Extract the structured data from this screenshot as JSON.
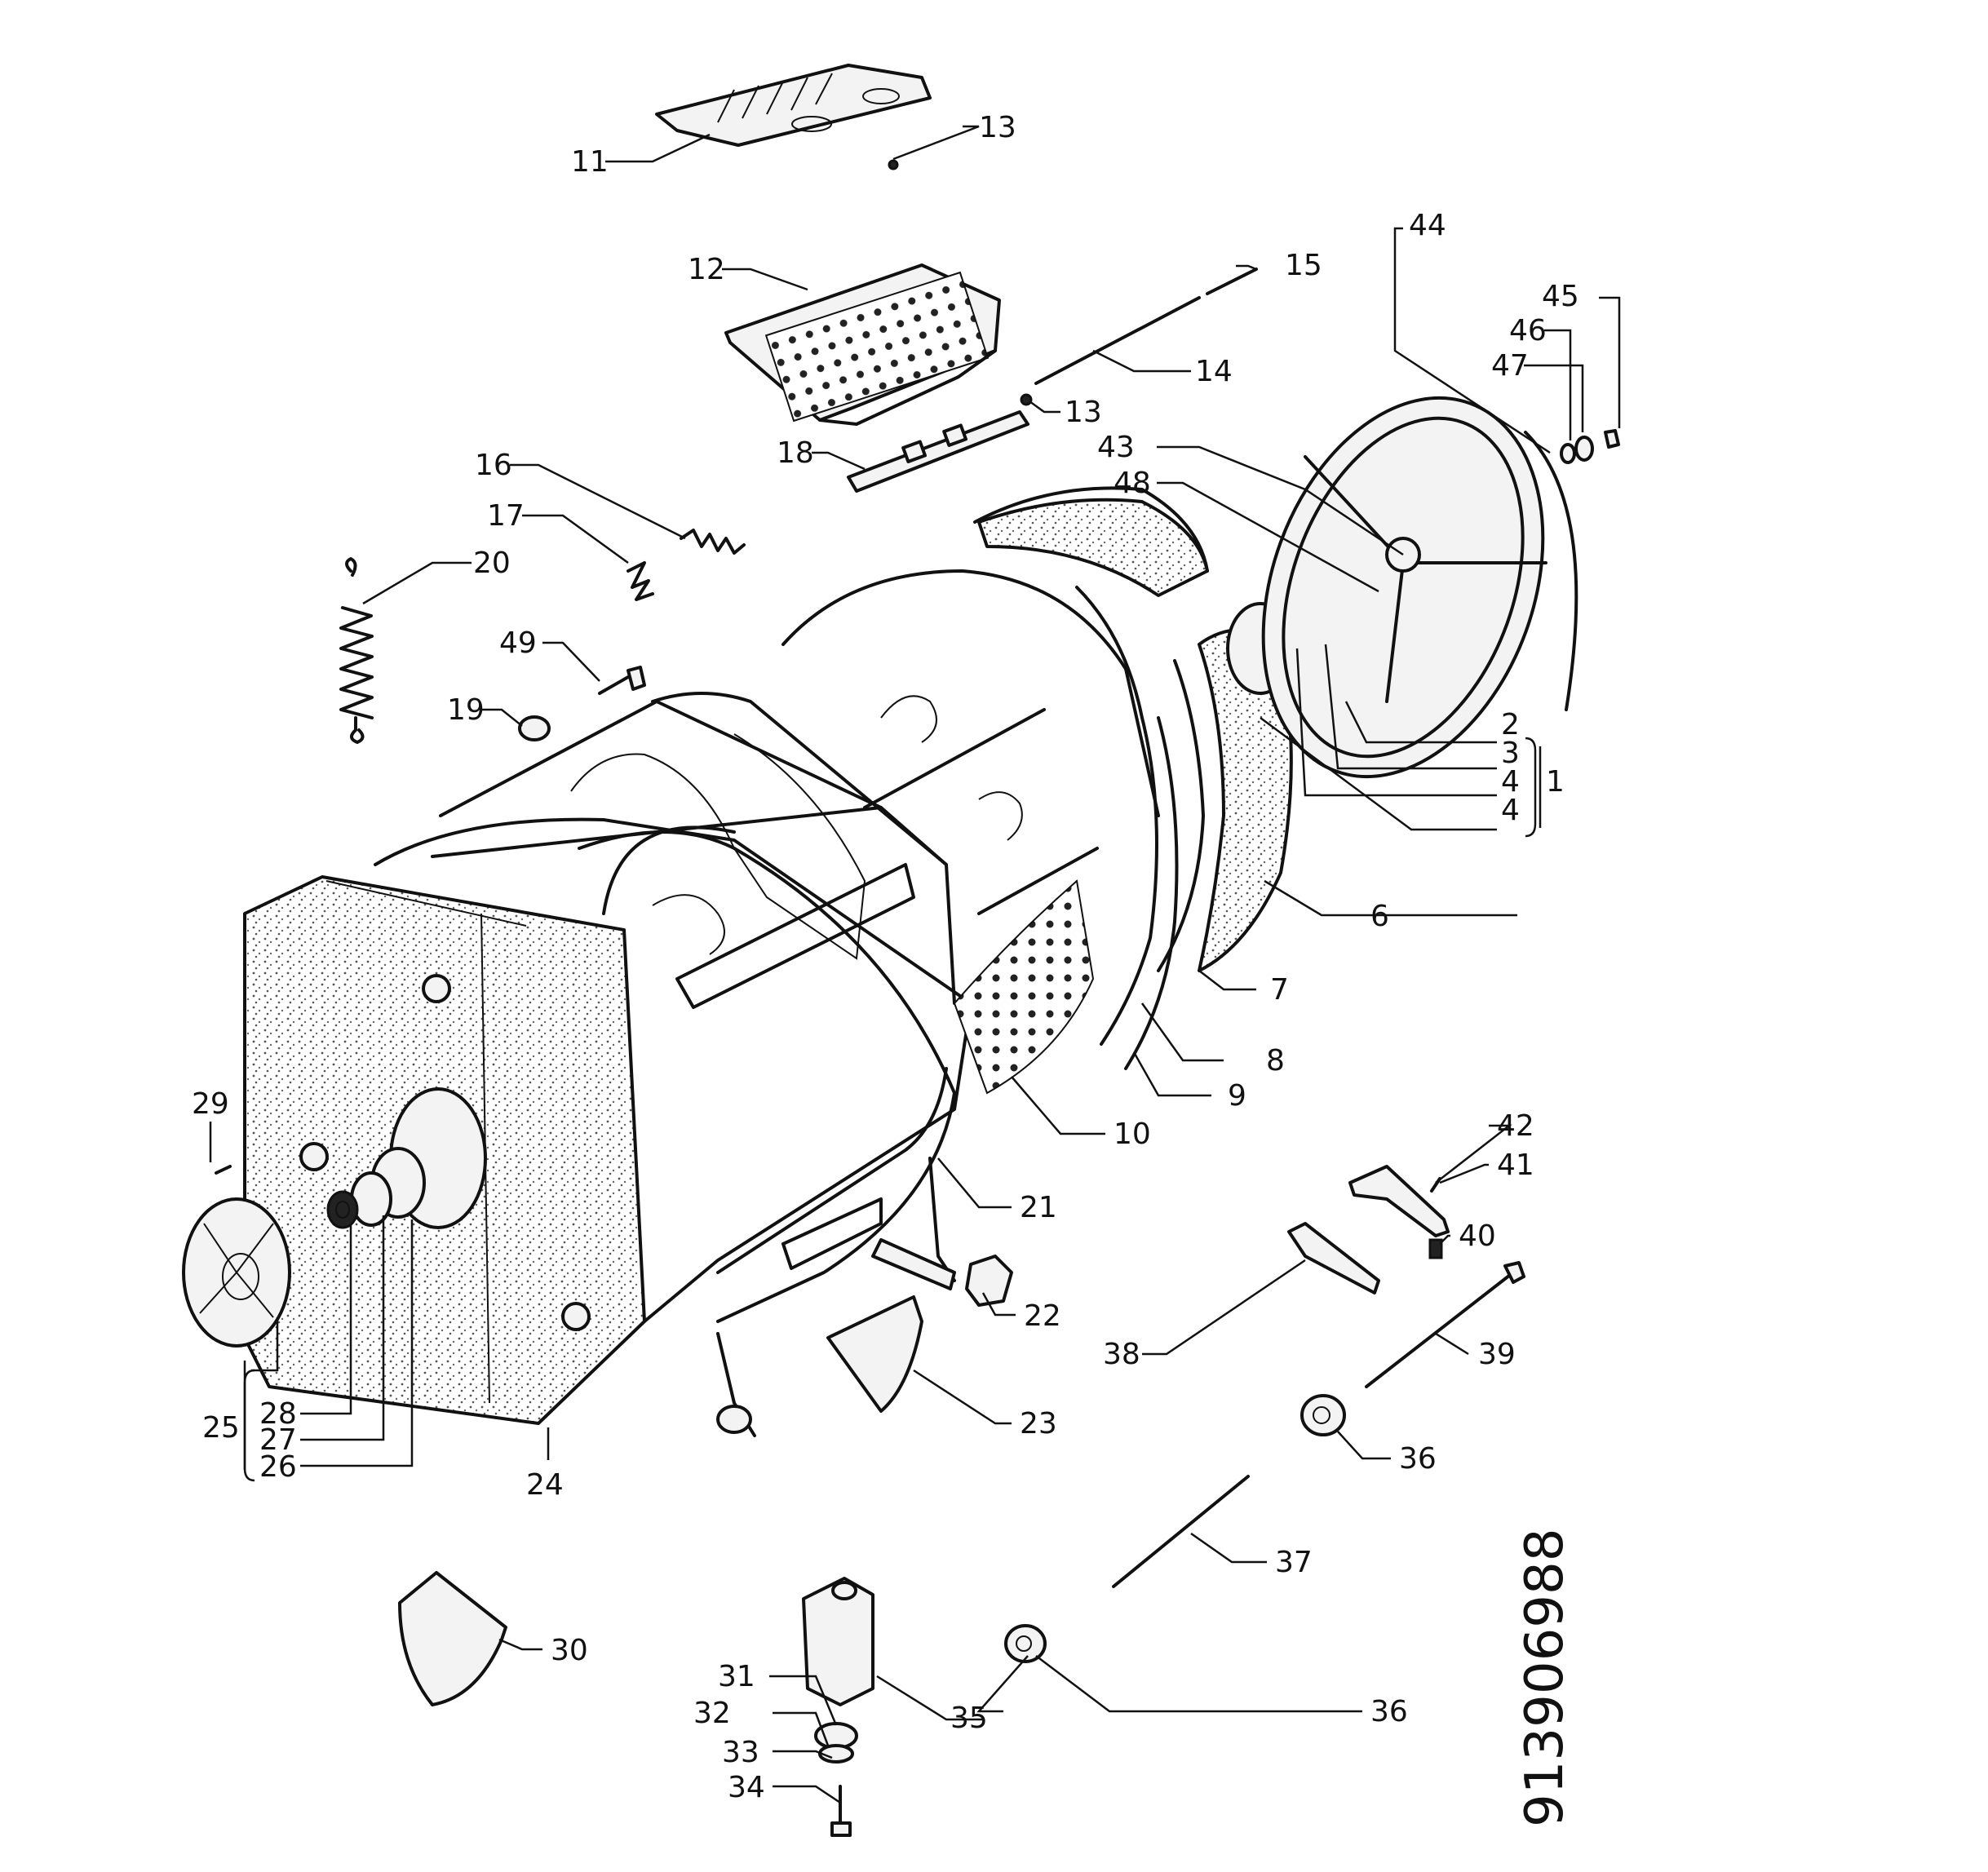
{
  "diagram_code": "913906988",
  "labels": {
    "1": "1",
    "2": "2",
    "3": "3",
    "4a": "4",
    "4b": "4",
    "6": "6",
    "7": "7",
    "8": "8",
    "9": "9",
    "10": "10",
    "11": "11",
    "12": "12",
    "13a": "13",
    "13b": "13",
    "14": "14",
    "15": "15",
    "16": "16",
    "17": "17",
    "18": "18",
    "19": "19",
    "20": "20",
    "21": "21",
    "22": "22",
    "23": "23",
    "24": "24",
    "25": "25",
    "26": "26",
    "27": "27",
    "28": "28",
    "29": "29",
    "30": "30",
    "31": "31",
    "32": "32",
    "33": "33",
    "34": "34",
    "35": "35",
    "36a": "36",
    "36b": "36",
    "37": "37",
    "38": "38",
    "39": "39",
    "40": "40",
    "41": "41",
    "42": "42",
    "43": "43",
    "44": "44",
    "45": "45",
    "46": "46",
    "47": "47",
    "48": "48",
    "49": "49"
  }
}
